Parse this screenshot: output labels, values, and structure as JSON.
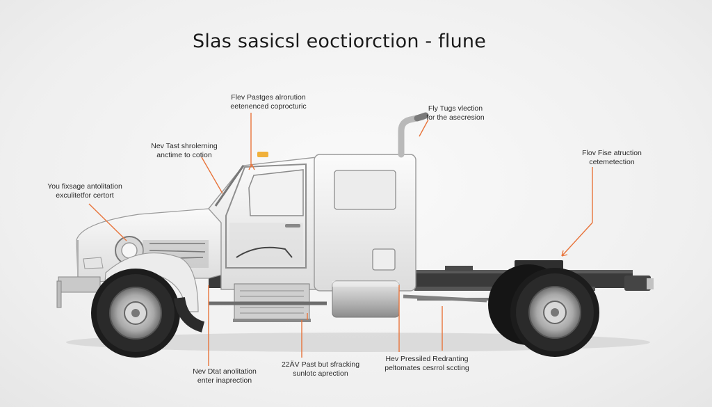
{
  "title": "Slas sasicsl eoctiorction - flune",
  "callouts": [
    {
      "id": "top-left",
      "line1": "Flev Pastges alrorution",
      "line2": "eetenenced coprocturic"
    },
    {
      "id": "top-right",
      "line1": "Fly Tugs vlection",
      "line2": "for the asecresion"
    },
    {
      "id": "upper-left",
      "line1": "Nev Tast shrolerning",
      "line2": "anctime to cotion"
    },
    {
      "id": "left",
      "line1": "You fixsage antolitation",
      "line2": "exculitetfor certort"
    },
    {
      "id": "right",
      "line1": "Flov Fise atruction",
      "line2": "cetemetection"
    },
    {
      "id": "bottom-left",
      "line1": "Nev Dtat anolitation",
      "line2": "enter inaprection"
    },
    {
      "id": "bottom-mid",
      "line1": "22ÄV Past but sfracking",
      "line2": "sunlotc aprection"
    },
    {
      "id": "bottom-right",
      "line1": "Hev Pressiled Redranting",
      "line2": "peltomates cesrrol sccting"
    }
  ],
  "colors": {
    "leader": "#e8743b",
    "body": "#f4f4f4",
    "frame": "#3c3c3c",
    "tire": "#1c1c1c"
  }
}
